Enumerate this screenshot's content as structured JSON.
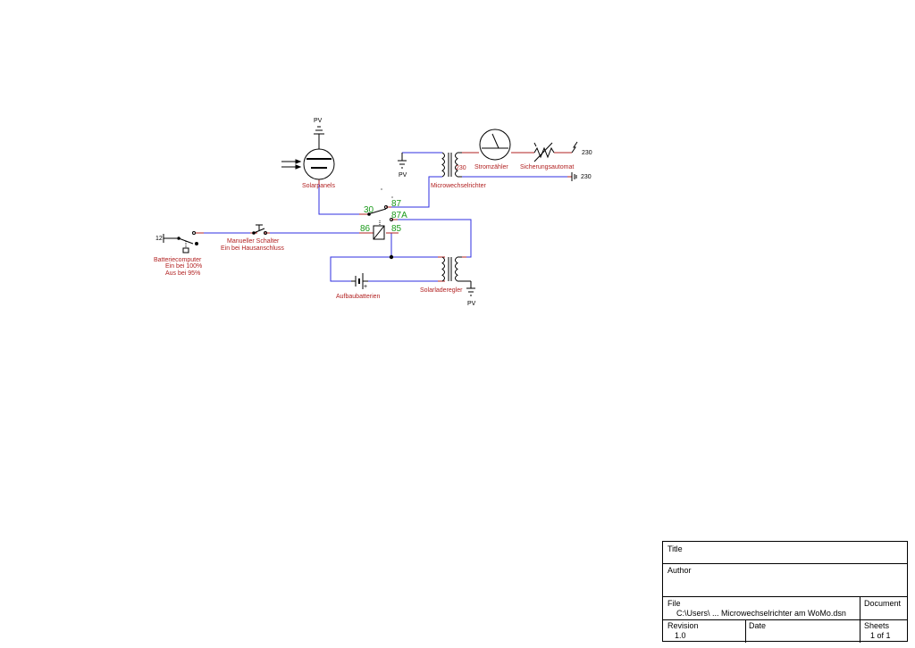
{
  "colors": {
    "wire": "#2f2fe0",
    "label": "#b22222",
    "pin": "#1a9a1a",
    "symbol": "#000000"
  },
  "schematic": {
    "labels": {
      "pv_top": "PV",
      "pv_mid": "PV",
      "pv_bottom": "PV",
      "solarpanels": "Solarpanels",
      "microwechselrichter": "Microwechselrichter",
      "stromzaehler": "Stromzähler",
      "sicherungsautomat": "Sicherungsautomat",
      "out_230_a": "230",
      "out_230_b": "230",
      "transformer_230": "230",
      "v12": "12",
      "batteriecomputer_1": "Batteriecomputer",
      "batteriecomputer_2": "Ein bei 100%",
      "batteriecomputer_3": "Aus bei 95%",
      "manueller_1": "Manueller Schalter",
      "manueller_2": "Ein bei Hausanschluss",
      "aufbaubatterien": "Aufbaubatterien",
      "solarladeregler": "Solarladeregler",
      "plus": "+"
    },
    "relay_pins": {
      "p30": "30",
      "p87": "87",
      "p87a": "87A",
      "p86": "86",
      "p85": "85"
    }
  },
  "title_block": {
    "title_label": "Title",
    "title_value": "",
    "author_label": "Author",
    "author_value": "",
    "file_label": "File",
    "file_value": "C:\\Users\\ ... Microwechselrichter am WoMo.dsn",
    "document_label": "Document",
    "revision_label": "Revision",
    "revision_value": "1.0",
    "date_label": "Date",
    "date_value": "",
    "sheets_label": "Sheets",
    "sheets_value": "1 of 1"
  }
}
